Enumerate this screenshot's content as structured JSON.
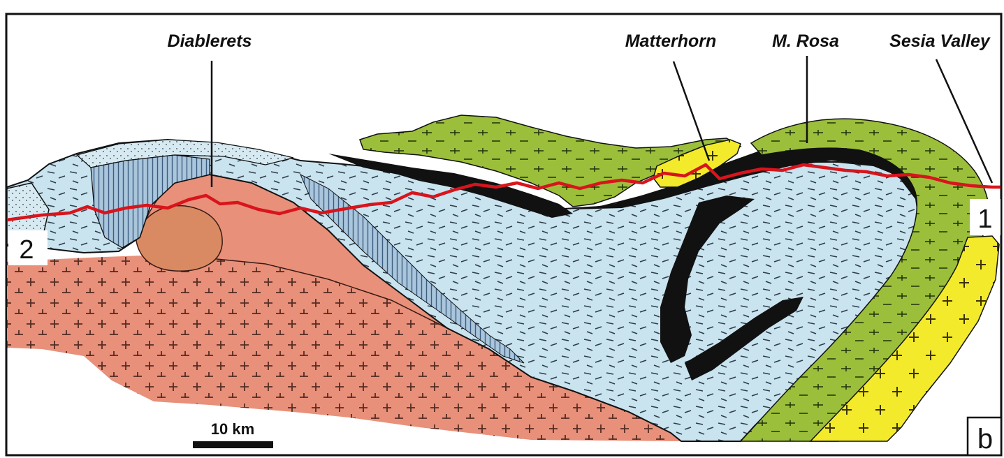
{
  "labels": {
    "diablerets": "Diablerets",
    "matterhorn": "Matterhorn",
    "m_rosa": "M. Rosa",
    "sesia_valley": "Sesia Valley"
  },
  "endpoints": {
    "left": "2",
    "right": "1"
  },
  "scale_bar": {
    "label": "10 km"
  },
  "panel_label": "b",
  "colors": {
    "basement_salmon": "#e8907a",
    "nappe_lightblue": "#c9e3ef",
    "stripe_blue": "#7fa3c4",
    "ophiolite_green": "#9bbf3a",
    "dent_blanche_yellow": "#f3ea2c",
    "black_unit": "#111111",
    "profile_line_red": "#d8141c"
  }
}
